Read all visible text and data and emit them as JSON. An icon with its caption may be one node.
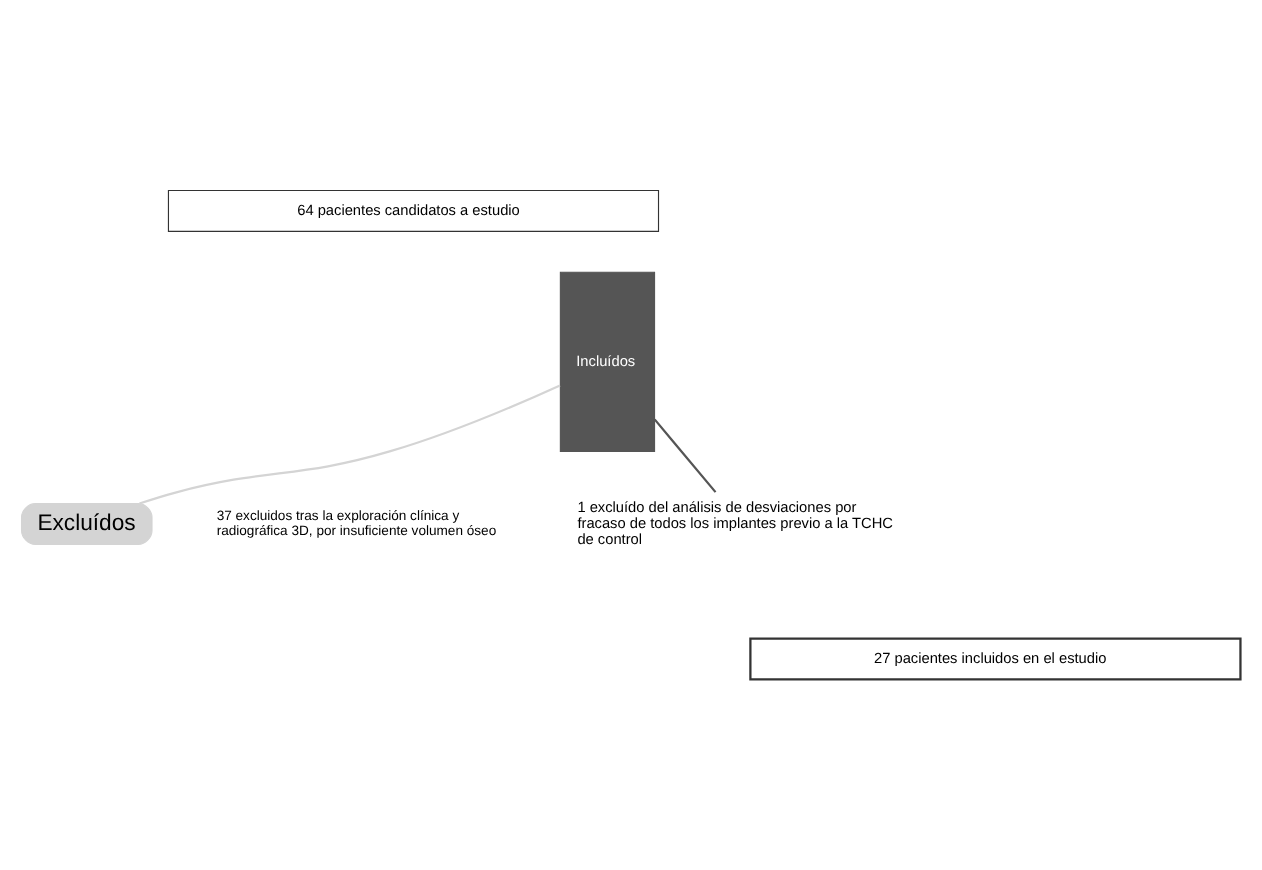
{
  "diagram": {
    "nodes": [
      {
        "text": [
          "64 pacientes candidatos a estudio"
        ]
      },
      {
        "text": [
          "Incluídos"
        ]
      },
      {
        "text": [
          "Excluídos"
        ]
      },
      {
        "text": [
          "1 excluído del análisis de desviaciones por fracaso de todos los implantes previo a la TCHC de control"
        ]
      },
      {
        "text": [
          "27 pacientes incluidos en el estudio"
        ]
      }
    ],
    "edges": [
      {
        "from": 1,
        "to": 2,
        "arrow": "none",
        "color": "#d4d4d4"
      },
      {
        "from": 1,
        "to": 3,
        "arrow": "none",
        "color": "#555555"
      }
    ],
    "labels": [
      "37 excluidos tras la exploración clínica y radiográfica 3D, por insuficiente volumen óseo"
    ]
  }
}
